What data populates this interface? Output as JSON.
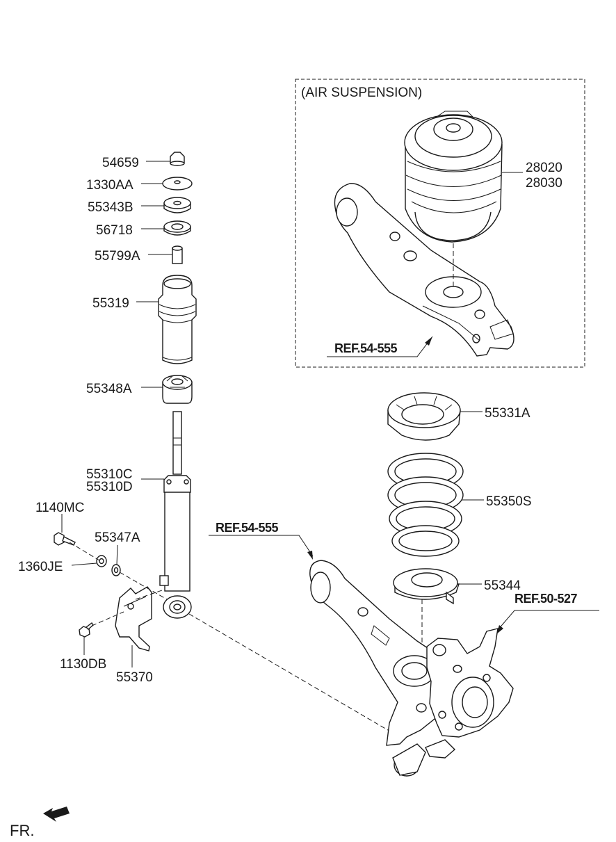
{
  "air_suspension_label": "(AIR SUSPENSION)",
  "labels": {
    "p54659": "54659",
    "p1330AA": "1330AA",
    "p55343B": "55343B",
    "p56718": "56718",
    "p55799A": "55799A",
    "p55319": "55319",
    "p55348A": "55348A",
    "p55310C": "55310C",
    "p55310D": "55310D",
    "p1140MC": "1140MC",
    "p55347A": "55347A",
    "p1360JE": "1360JE",
    "p1130DB": "1130DB",
    "p55370": "55370",
    "p28020": "28020",
    "p28030": "28030",
    "p55331A": "55331A",
    "p55350S": "55350S",
    "p55344": "55344"
  },
  "refs": {
    "ref_arm_air": "REF.54-555",
    "ref_arm_main": "REF.54-555",
    "ref_knuckle": "REF.50-527"
  },
  "direction_label": "FR.",
  "icons": {
    "direction_arrow": "arrow-left-down-icon"
  }
}
